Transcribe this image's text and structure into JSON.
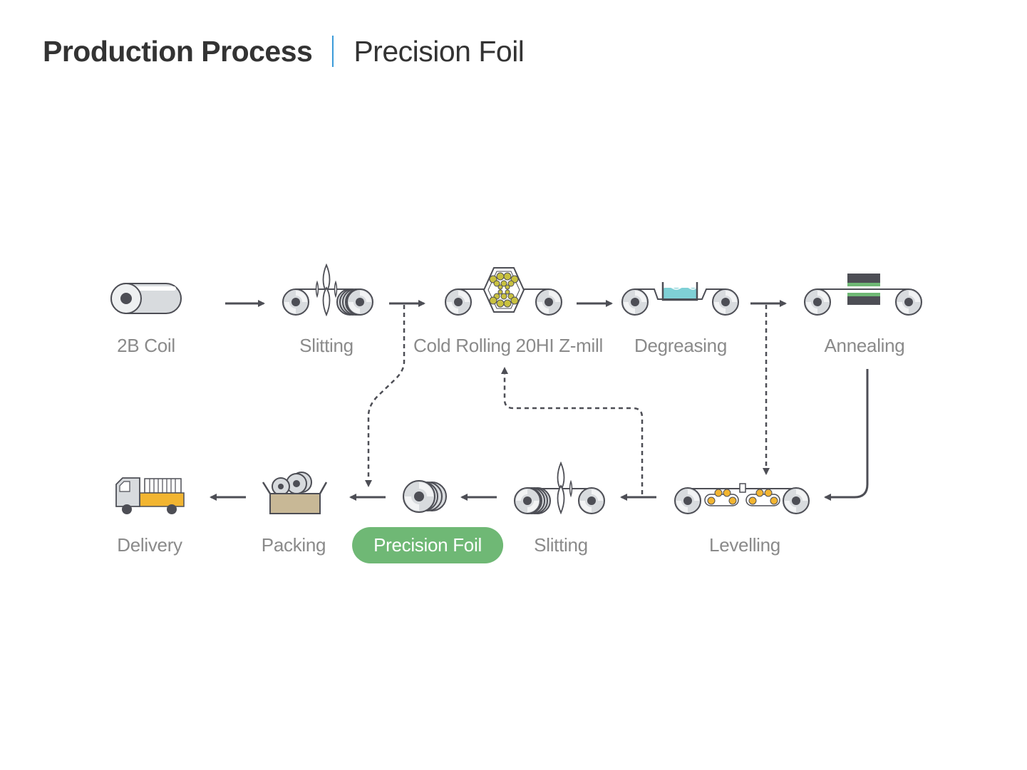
{
  "header": {
    "title": "Production Process",
    "subtitle": "Precision Foil"
  },
  "steps": {
    "coil": "2B Coil",
    "slitting1": "Slitting",
    "cold_rolling": "Cold Rolling 20HI Z-mill",
    "degreasing": "Degreasing",
    "annealing": "Annealing",
    "levelling": "Levelling",
    "slitting2": "Slitting",
    "precision_foil": "Precision Foil",
    "packing": "Packing",
    "delivery": "Delivery"
  },
  "colors": {
    "accent_green": "#6fb875",
    "separator_blue": "#3b9bd9",
    "arrow_gray": "#4d4e55",
    "label_gray": "#8a8a8a",
    "truck_yellow": "#f2b531",
    "roll_yellow": "#c9c13f",
    "water_blue": "#7fd0d6",
    "box_tan": "#c8b896"
  },
  "icons": {
    "coil": "coil-icon",
    "slitting": "slitting-icon",
    "cold_rolling": "cold-rolling-icon",
    "degreasing": "degreasing-icon",
    "annealing": "annealing-icon",
    "levelling": "levelling-icon",
    "precision_foil": "foil-roll-icon",
    "packing": "packing-box-icon",
    "delivery": "delivery-truck-icon"
  }
}
